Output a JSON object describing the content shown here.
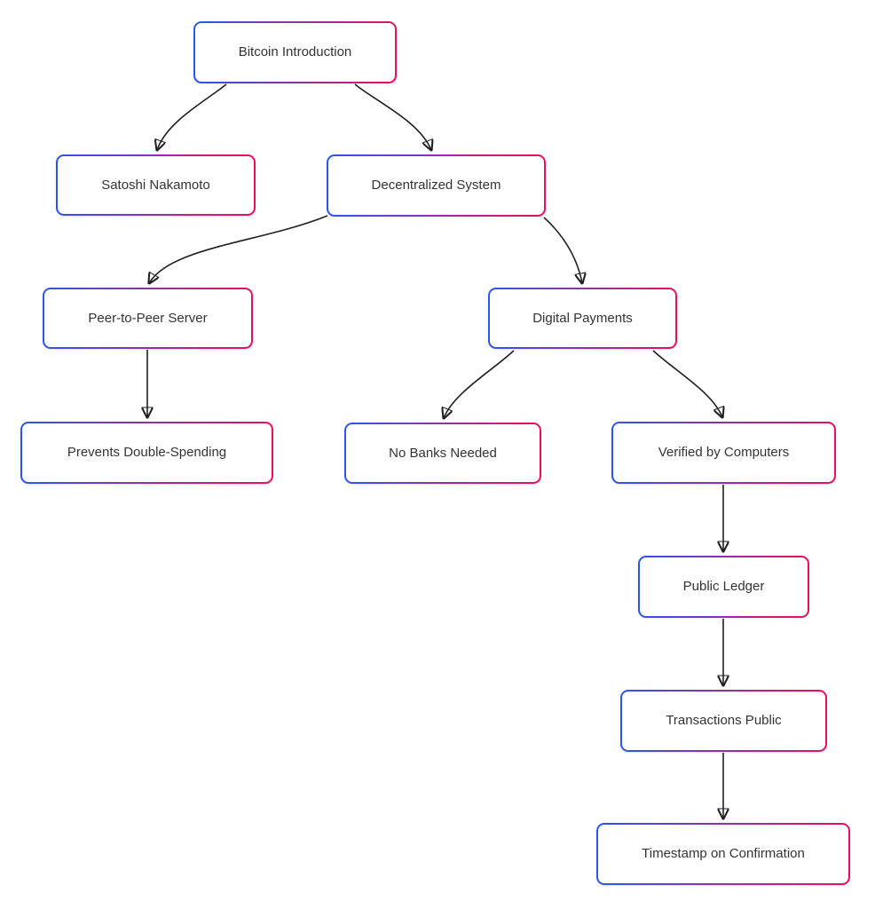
{
  "diagram": {
    "type": "flowchart",
    "direction": "top-down",
    "nodes": [
      {
        "id": "bitcoin-introduction",
        "label": "Bitcoin Introduction"
      },
      {
        "id": "satoshi-nakamoto",
        "label": "Satoshi Nakamoto"
      },
      {
        "id": "decentralized-system",
        "label": "Decentralized System"
      },
      {
        "id": "peer-to-peer-server",
        "label": "Peer-to-Peer Server"
      },
      {
        "id": "digital-payments",
        "label": "Digital Payments"
      },
      {
        "id": "prevents-double-spending",
        "label": "Prevents Double-Spending"
      },
      {
        "id": "no-banks-needed",
        "label": "No Banks Needed"
      },
      {
        "id": "verified-by-computers",
        "label": "Verified by Computers"
      },
      {
        "id": "public-ledger",
        "label": "Public Ledger"
      },
      {
        "id": "transactions-public",
        "label": "Transactions Public"
      },
      {
        "id": "timestamp-on-confirmation",
        "label": "Timestamp on Confirmation"
      }
    ],
    "edges": [
      {
        "from": "bitcoin-introduction",
        "to": "satoshi-nakamoto"
      },
      {
        "from": "bitcoin-introduction",
        "to": "decentralized-system"
      },
      {
        "from": "decentralized-system",
        "to": "peer-to-peer-server"
      },
      {
        "from": "decentralized-system",
        "to": "digital-payments"
      },
      {
        "from": "peer-to-peer-server",
        "to": "prevents-double-spending"
      },
      {
        "from": "digital-payments",
        "to": "no-banks-needed"
      },
      {
        "from": "digital-payments",
        "to": "verified-by-computers"
      },
      {
        "from": "verified-by-computers",
        "to": "public-ledger"
      },
      {
        "from": "public-ledger",
        "to": "transactions-public"
      },
      {
        "from": "transactions-public",
        "to": "timestamp-on-confirmation"
      }
    ],
    "colors": {
      "border_gradient_start": "#2b55f0",
      "border_gradient_mid": "#8d31a7",
      "border_gradient_end": "#ee0d5c",
      "node_fill": "#ffffff",
      "edge_stroke": "#1f1f1f",
      "text": "#333333",
      "background": "#ffffff"
    }
  }
}
